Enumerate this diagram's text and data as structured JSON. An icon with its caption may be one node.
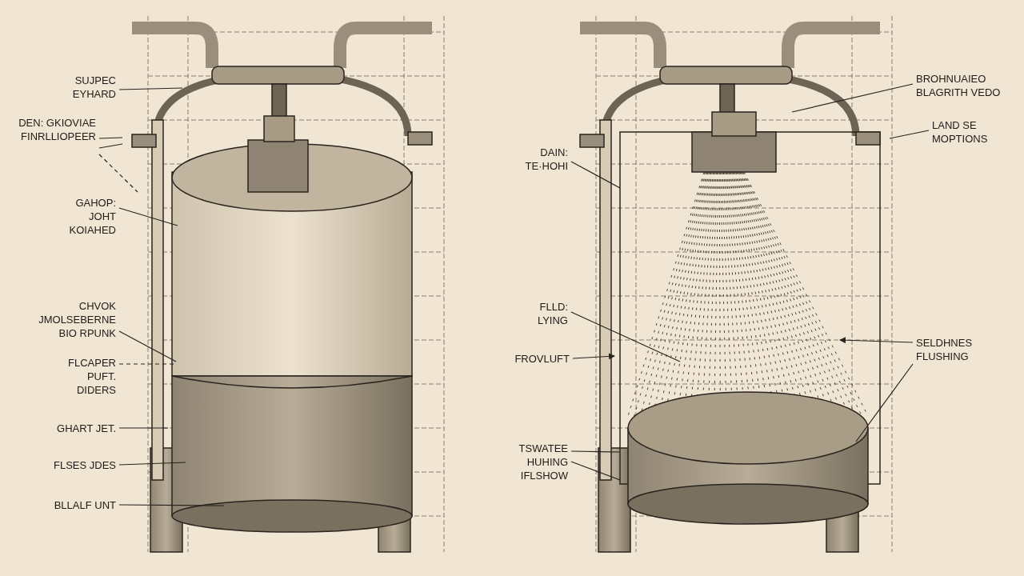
{
  "diagram": {
    "nodes": [
      {
        "text": [
          "SUJPEC EYHARD"
        ]
      },
      {
        "text": [
          "DEN: GKIOVIAE FINRLLIOPEER"
        ]
      },
      {
        "text": [
          "GAHOP: JOHT KOIAHED"
        ]
      },
      {
        "text": [
          "CHVOK JMOLSEBERNE BIO RPUNK"
        ]
      },
      {
        "text": [
          "FLCAPER PUFT. DIDERS"
        ]
      },
      {
        "text": [
          "GHART JET."
        ]
      },
      {
        "text": [
          "FLSES JDES"
        ]
      },
      {
        "text": [
          "BLLALF UNT"
        ]
      },
      {
        "text": [
          "DAIN: TE·HOHI"
        ]
      },
      {
        "text": [
          "BROHNUAIEO BLAGRITH VEDO"
        ]
      },
      {
        "text": [
          "LAND SE MOPTIONS"
        ]
      },
      {
        "text": [
          "FLLD: LYING"
        ]
      },
      {
        "text": [
          "FROVLUFT"
        ]
      },
      {
        "text": [
          "SELDHNES FLUSHING"
        ]
      },
      {
        "text": [
          "TSWATEE HUHING IFLSHOW"
        ]
      }
    ],
    "edges": [
      {
        "from": 0,
        "to": null,
        "arrow": "none"
      },
      {
        "from": 1,
        "to": null,
        "arrow": "none"
      },
      {
        "from": 1,
        "to": null,
        "arrow": "none"
      },
      {
        "from": 1,
        "to": null,
        "arrow": "none",
        "style": "dashed"
      },
      {
        "from": 2,
        "to": null,
        "arrow": "none"
      },
      {
        "from": 3,
        "to": null,
        "arrow": "none"
      },
      {
        "from": 4,
        "to": null,
        "arrow": "none",
        "style": "dashed"
      },
      {
        "from": 5,
        "to": null,
        "arrow": "none"
      },
      {
        "from": 6,
        "to": null,
        "arrow": "none"
      },
      {
        "from": 7,
        "to": null,
        "arrow": "none"
      },
      {
        "from": 8,
        "to": null,
        "arrow": "none"
      },
      {
        "from": 9,
        "to": null,
        "arrow": "none"
      },
      {
        "from": 10,
        "to": null,
        "arrow": "none"
      },
      {
        "from": 11,
        "to": null,
        "arrow": "none"
      },
      {
        "from": 12,
        "to": null,
        "arrow": "to"
      },
      {
        "from": 13,
        "to": null,
        "arrow": "to"
      },
      {
        "from": 13,
        "to": null,
        "arrow": "none"
      },
      {
        "from": 14,
        "to": null,
        "arrow": "none"
      },
      {
        "from": 14,
        "to": null,
        "arrow": "none"
      }
    ]
  }
}
